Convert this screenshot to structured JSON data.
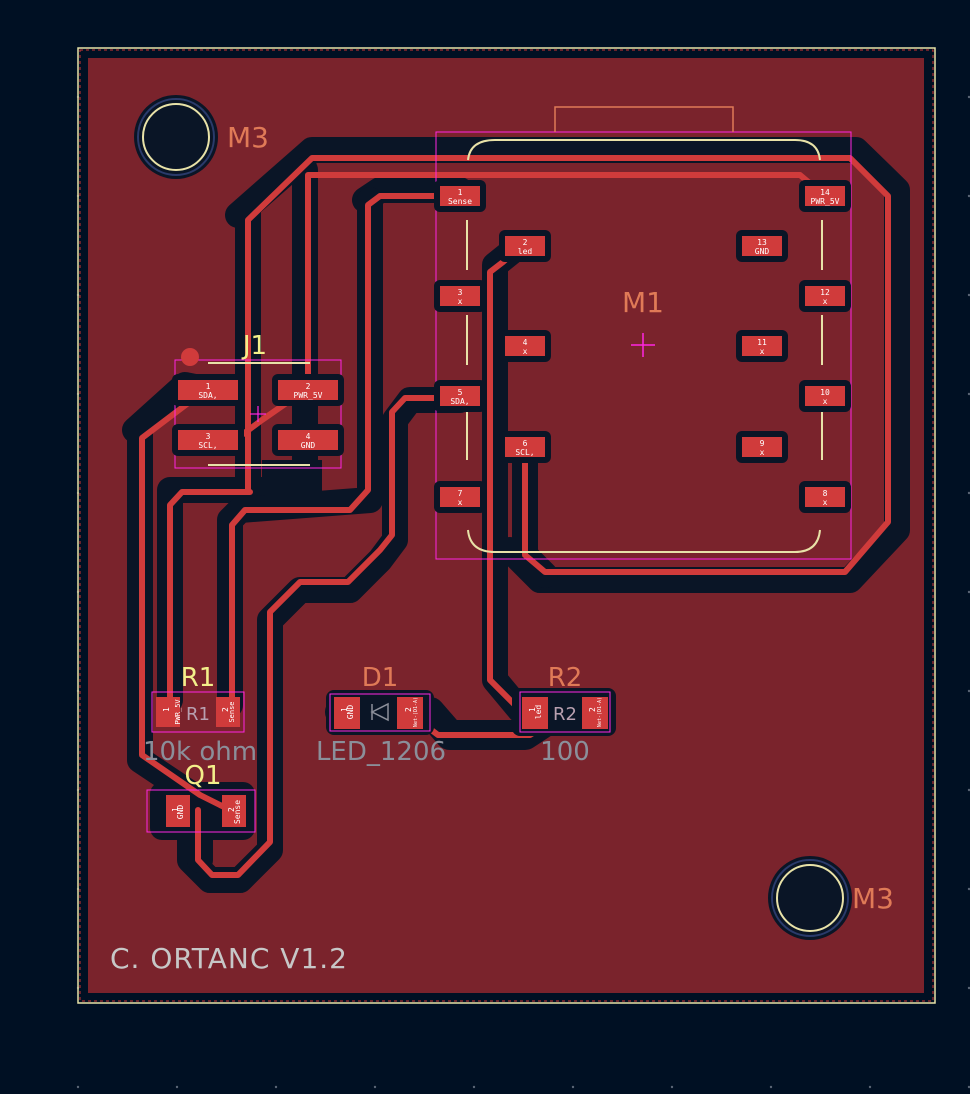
{
  "board": {
    "version_text": "C. ORTANC V1.2",
    "colors": {
      "background": "#001023",
      "board_fill": "#7a232c",
      "board_edge": "#d8d8d8",
      "copper_trace": "#d03b3b",
      "clearance": "#0a1526",
      "silkscreen": "#e8e2a8",
      "fab_text": "#e07a57",
      "ref_yellow": "#f3ef8a",
      "value_gray": "#8b8f9a",
      "courtyard": "#ff26e2"
    }
  },
  "mounting_holes": [
    {
      "label": "M3"
    },
    {
      "label": "M3"
    }
  ],
  "components": {
    "M1": {
      "ref": "M1",
      "pads": [
        {
          "num": "1",
          "name": "Sense"
        },
        {
          "num": "2",
          "name": "led"
        },
        {
          "num": "3",
          "name": "x"
        },
        {
          "num": "4",
          "name": "x"
        },
        {
          "num": "5",
          "name": "SDA,"
        },
        {
          "num": "6",
          "name": "SCL,"
        },
        {
          "num": "7",
          "name": "x"
        },
        {
          "num": "8",
          "name": "x"
        },
        {
          "num": "9",
          "name": "x"
        },
        {
          "num": "10",
          "name": "x"
        },
        {
          "num": "11",
          "name": "x"
        },
        {
          "num": "12",
          "name": "x"
        },
        {
          "num": "13",
          "name": "GND"
        },
        {
          "num": "14",
          "name": "PWR_5V"
        }
      ]
    },
    "J1": {
      "ref": "J1",
      "pads": [
        {
          "num": "1",
          "name": "SDA,"
        },
        {
          "num": "2",
          "name": "PWR_5V"
        },
        {
          "num": "3",
          "name": "SCL,"
        },
        {
          "num": "4",
          "name": "GND"
        }
      ]
    },
    "R1": {
      "ref": "R1",
      "value": "10k ohm",
      "pad1": {
        "num": "1",
        "name": "PWR_5V"
      },
      "pad2": {
        "num": "2",
        "name": "Sense"
      }
    },
    "Q1": {
      "ref": "Q1",
      "pad1": {
        "num": "1",
        "name": "GND"
      },
      "pad2": {
        "num": "2",
        "name": "Sense"
      }
    },
    "D1": {
      "ref": "D1",
      "value": "LED_1206",
      "pad1": {
        "num": "1",
        "name": "GND"
      },
      "pad2": {
        "num": "2",
        "name": "Net-(D1-A)"
      }
    },
    "R2": {
      "ref": "R2",
      "value": "100",
      "pad1": {
        "num": "1",
        "name": "led"
      },
      "pad2": {
        "num": "2",
        "name": "Net-(D1-A)"
      }
    }
  }
}
